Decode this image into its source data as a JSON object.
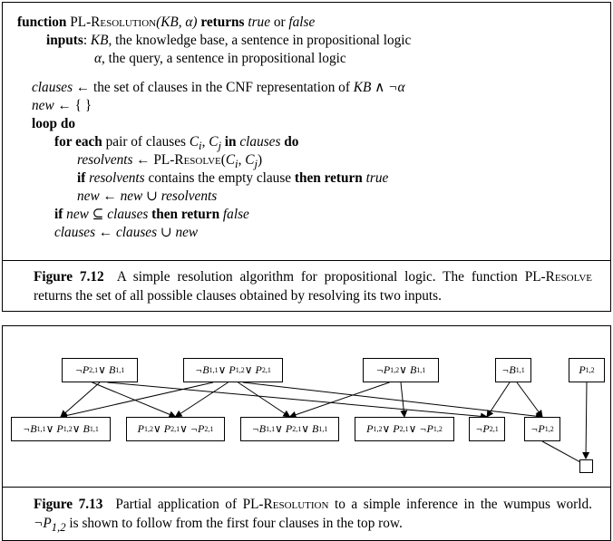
{
  "figure_12": {
    "algorithm": {
      "l1_function": "function",
      "l1_name_pre": "PL-R",
      "l1_name_sc": "esolution",
      "l1_args": "(KB, α)",
      "l1_returns": "returns",
      "l1_true": "true",
      "l1_or": "or",
      "l1_false": "false",
      "l2_inputs": "inputs",
      "l2_colon": ":",
      "l2_kb": "KB",
      "l2_rest": ", the knowledge base, a sentence in propositional logic",
      "l3_alpha": "α",
      "l3_rest": ", the query, a sentence in propositional logic",
      "l4_clauses": "clauses",
      "l4_arrow": " ← ",
      "l4_text": "the set of clauses in the CNF representation of ",
      "l4_expr": "KB ∧ ¬α",
      "l5_new": "new",
      "l5_arrow": " ← ",
      "l5_set": "{ }",
      "l6_loop": "loop do",
      "l7_for": "for each",
      "l7_text": " pair of clauses ",
      "l7_ci": "C",
      "l7_ci_sub": "i",
      "l7_comma": ", ",
      "l7_cj": "C",
      "l7_cj_sub": "j",
      "l7_in": " in ",
      "l7_clauses": "clauses",
      "l7_do": " do",
      "l8_resolvents": "resolvents",
      "l8_arrow": " ← ",
      "l8_name_pre": "PL-R",
      "l8_name_sc": "esolve",
      "l8_args_open": "(",
      "l8_ci": "C",
      "l8_ci_sub": "i",
      "l8_comma": ", ",
      "l8_cj": "C",
      "l8_cj_sub": "j",
      "l8_args_close": ")",
      "l9_if": "if",
      "l9_resolvents": " resolvents",
      "l9_text": " contains the empty clause ",
      "l9_then": "then return",
      "l9_true": " true",
      "l10_new": "new",
      "l10_arrow": " ← ",
      "l10_expr": "new ∪ resolvents",
      "l11_if": "if",
      "l11_expr": " new ⊆ clauses ",
      "l11_then": "then return",
      "l11_false": " false",
      "l12_clauses": "clauses",
      "l12_arrow": " ← ",
      "l12_expr": "clauses ∪ new"
    },
    "caption": {
      "label": "Figure 7.12",
      "text_a": "A simple resolution algorithm for propositional logic.  The function PL-R",
      "text_sc": "esolve",
      "text_b": " returns the set of all possible clauses obtained by resolving its two inputs."
    }
  },
  "figure_13": {
    "top_row": [
      {
        "pre": "¬P",
        "s1": "2,1",
        "mid": " ∨ B",
        "s2": "1,1",
        "mid2": "",
        "s3": ""
      },
      {
        "pre": "¬B",
        "s1": "1,1",
        "mid": " ∨ P",
        "s2": "1,2",
        "mid2": " ∨ P",
        "s3": "2,1"
      },
      {
        "pre": "¬P",
        "s1": "1,2",
        "mid": " ∨ B",
        "s2": "1,1",
        "mid2": "",
        "s3": ""
      },
      {
        "pre": "¬B",
        "s1": "1,1",
        "mid": "",
        "s2": "",
        "mid2": "",
        "s3": ""
      },
      {
        "pre": "P",
        "s1": "1,2",
        "mid": "",
        "s2": "",
        "mid2": "",
        "s3": ""
      }
    ],
    "bottom_row": [
      {
        "pre": "¬B",
        "s1": "1,1",
        "mid": " ∨ P",
        "s2": "1,2",
        "mid2": " ∨ B",
        "s3": "1,1"
      },
      {
        "pre": "P",
        "s1": "1,2",
        "mid": " ∨ P",
        "s2": "2,1",
        "mid2": " ∨ ¬P",
        "s3": "2,1"
      },
      {
        "pre": "¬B",
        "s1": "1,1",
        "mid": " ∨ P",
        "s2": "2,1",
        "mid2": " ∨ B",
        "s3": "1,1"
      },
      {
        "pre": "P",
        "s1": "1,2",
        "mid": " ∨ P",
        "s2": "2,1",
        "mid2": " ∨ ¬P",
        "s3": "1,2"
      },
      {
        "pre": "¬P",
        "s1": "2,1",
        "mid": "",
        "s2": "",
        "mid2": "",
        "s3": ""
      },
      {
        "pre": "¬P",
        "s1": "1,2",
        "mid": "",
        "s2": "",
        "mid2": "",
        "s3": ""
      }
    ],
    "caption": {
      "label": "Figure 7.13",
      "text_a": "Partial application of PL-R",
      "text_sc": "esolution",
      "text_b": " to a simple inference in the wumpus world. ",
      "math_pre": "¬P",
      "math_sub": "1,2",
      "text_c": " is shown to follow from the first four clauses in the top row."
    }
  }
}
